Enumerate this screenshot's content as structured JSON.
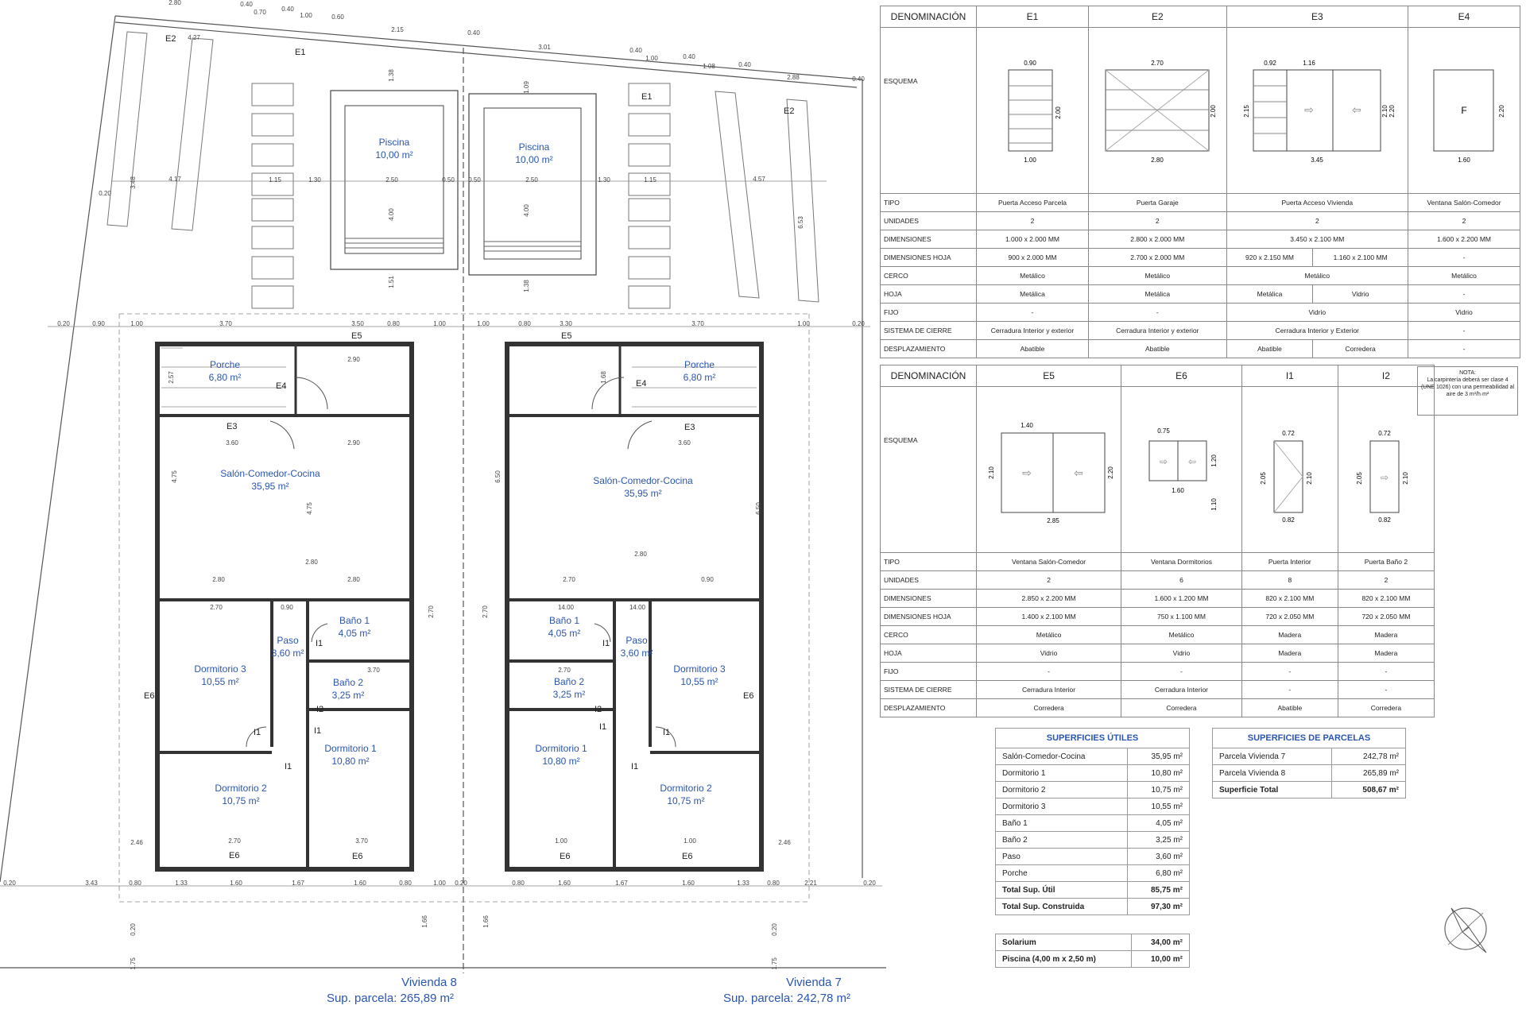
{
  "plan": {
    "rooms_left": [
      {
        "name": "Porche",
        "area": "6,80 m²"
      },
      {
        "name": "Salón-Comedor-Cocina",
        "area": "35,95 m²"
      },
      {
        "name": "Baño 1",
        "area": "4,05 m²"
      },
      {
        "name": "Paso",
        "area": "3,60 m²"
      },
      {
        "name": "Dormitorio 3",
        "area": "10,55 m²"
      },
      {
        "name": "Baño 2",
        "area": "3,25 m²"
      },
      {
        "name": "Dormitorio 1",
        "area": "10,80 m²"
      },
      {
        "name": "Dormitorio 2",
        "area": "10,75 m²"
      }
    ],
    "rooms_right": [
      {
        "name": "Porche",
        "area": "6,80 m²"
      },
      {
        "name": "Salón-Comedor-Cocina",
        "area": "35,95 m²"
      },
      {
        "name": "Baño 1",
        "area": "4,05 m²"
      },
      {
        "name": "Paso",
        "area": "3,60 m²"
      },
      {
        "name": "Dormitorio 3",
        "area": "10,55 m²"
      },
      {
        "name": "Baño 2",
        "area": "3,25 m²"
      },
      {
        "name": "Dormitorio 1",
        "area": "10,80 m²"
      },
      {
        "name": "Dormitorio 2",
        "area": "10,75 m²"
      }
    ],
    "pool_left": {
      "name": "Piscina",
      "area": "10,00 m²"
    },
    "pool_right": {
      "name": "Piscina",
      "area": "10,00 m²"
    },
    "openings": {
      "e1": "E1",
      "e2": "E2",
      "e3": "E3",
      "e4": "E4",
      "e5": "E5",
      "e6": "E6",
      "i1": "I1",
      "i2": "I2"
    },
    "vivienda_left": {
      "title": "Vivienda 8",
      "parcel": "Sup. parcela: 265,89 m²"
    },
    "vivienda_right": {
      "title": "Vivienda 7",
      "parcel": "Sup. parcela: 242,78 m²"
    },
    "dims": {
      "top": [
        "2.80",
        "0.40",
        "0.70",
        "0.40",
        "1.00",
        "0.60",
        "2.15",
        "0.40",
        "3.01",
        "0.40",
        "1.00",
        "0.40",
        "1.08",
        "0.40",
        "2.88",
        "0.40",
        "4.27"
      ],
      "row330": [
        "0.20",
        "0.90",
        "1.00",
        "3.70",
        "3.50",
        "0.80",
        "1.00",
        "1.00",
        "0.80",
        "3.30",
        "3.70",
        "1.00",
        "0.20"
      ],
      "row1110": [
        "0.20",
        "3.43",
        "0.80",
        "1.33",
        "1.60",
        "1.67",
        "1.60",
        "0.80",
        "1.00",
        "0.20",
        "0.80",
        "1.60",
        "1.67",
        "1.60",
        "1.33",
        "0.80",
        "2.21",
        "0.20"
      ],
      "pool_row": [
        "1.15",
        "1.30",
        "2.50",
        "0.50",
        "0.50",
        "2.50",
        "1.30",
        "1.15"
      ],
      "misc": [
        "4.17",
        "4.57",
        "3.48",
        "0.20",
        "1.38",
        "4.00",
        "1.51",
        "1.09",
        "4.00",
        "1.38",
        "6.53",
        "2.90",
        "3.60",
        "2.90",
        "3.60",
        "4.75",
        "4.75",
        "6.50",
        "6.50",
        "2.80",
        "2.80",
        "2.80",
        "2.80",
        "2.70",
        "0.90",
        "2.70",
        "0.90",
        "14.00",
        "14.00",
        "2.70",
        "2.70",
        "3.70",
        "2.70",
        "2.70",
        "3.70",
        "1.00",
        "1.00",
        "2.46",
        "2.46",
        "1.66",
        "1.66",
        "0.20",
        "0.20",
        "1.75",
        "1.75",
        "2.57",
        "1.68"
      ]
    }
  },
  "carpinteria1": {
    "header": [
      "DENOMINACIÓN",
      "E1",
      "E2",
      "E3",
      "E4"
    ],
    "esquema_label": "ESQUEMA",
    "esquema": {
      "e1": {
        "w": "0.90",
        "h": "2.00",
        "b": "1.00"
      },
      "e2": {
        "w": "2.70",
        "h": "2.00",
        "b": "2.80"
      },
      "e3": {
        "w1": "0.92",
        "w2": "1.16",
        "h1": "2.15",
        "h2": "2.10",
        "h3": "2.20",
        "b": "3.45"
      },
      "e4": {
        "h": "2.20",
        "b": "1.60",
        "f": "F"
      }
    },
    "rows": [
      {
        "label": "TIPO",
        "cells": [
          "Puerta Acceso Parcela",
          "Puerta Garaje",
          "Puerta Acceso Vivienda",
          "Ventana Salón-Comedor"
        ]
      },
      {
        "label": "UNIDADES",
        "cells": [
          "2",
          "2",
          "2",
          "2"
        ]
      },
      {
        "label": "DIMENSIONES",
        "cells": [
          "1.000 x 2.000 MM",
          "2.800 x 2.000 MM",
          "3.450 x 2.100 MM",
          "1.600 x 2.200 MM"
        ]
      },
      {
        "label": "DIMENSIONES HOJA",
        "cells": [
          "900 x 2.000 MM",
          "2.700 x 2.000 MM",
          "920 x 2.150 MM",
          "1.160 x 2.100 MM",
          "-"
        ]
      },
      {
        "label": "CERCO",
        "cells": [
          "Metálico",
          "Metálico",
          "Metálico",
          "Metálico"
        ]
      },
      {
        "label": "HOJA",
        "cells": [
          "Metálica",
          "Metálica",
          "Metálica",
          "Vidrio",
          "-"
        ]
      },
      {
        "label": "FIJO",
        "cells": [
          "-",
          "-",
          "Vidrio",
          "Vidrio"
        ]
      },
      {
        "label": "SISTEMA DE CIERRE",
        "cells": [
          "Cerradura Interior y exterior",
          "Cerradura Interior y exterior",
          "Cerradura Interior y Exterior",
          "-"
        ]
      },
      {
        "label": "DESPLAZAMIENTO",
        "cells": [
          "Abatible",
          "Abatible",
          "Abatible",
          "Corredera",
          "-"
        ]
      }
    ]
  },
  "carpinteria2": {
    "header": [
      "DENOMINACIÓN",
      "E5",
      "E6",
      "I1",
      "I2"
    ],
    "esquema_label": "ESQUEMA",
    "esquema": {
      "e5": {
        "w": "1.40",
        "h1": "2.10",
        "h2": "2.20",
        "b": "2.85"
      },
      "e6": {
        "w": "0.75",
        "h1": "1.20",
        "h2": "1.10",
        "b": "1.60"
      },
      "i1": {
        "w": "0.72",
        "h1": "2.05",
        "h2": "2.10",
        "b": "0.82"
      },
      "i2": {
        "w": "0.72",
        "h1": "2.05",
        "h2": "2.10",
        "b": "0.82"
      }
    },
    "rows": [
      {
        "label": "TIPO",
        "cells": [
          "Ventana Salón-Comedor",
          "Ventana Dormitorios",
          "Puerta Interior",
          "Puerta Baño 2"
        ]
      },
      {
        "label": "UNIDADES",
        "cells": [
          "2",
          "6",
          "8",
          "2"
        ]
      },
      {
        "label": "DIMENSIONES",
        "cells": [
          "2.850 x 2.200 MM",
          "1.600 x 1.200 MM",
          "820 x 2.100 MM",
          "820 x 2.100 MM"
        ]
      },
      {
        "label": "DIMENSIONES HOJA",
        "cells": [
          "1.400 x 2.100 MM",
          "750 x 1.100 MM",
          "720 x 2.050 MM",
          "720 x 2.050 MM"
        ]
      },
      {
        "label": "CERCO",
        "cells": [
          "Metálico",
          "Metálico",
          "Madera",
          "Madera"
        ]
      },
      {
        "label": "HOJA",
        "cells": [
          "Vidrio",
          "Vidrio",
          "Madera",
          "Madera"
        ]
      },
      {
        "label": "FIJO",
        "cells": [
          "-",
          "-",
          "-",
          "-"
        ]
      },
      {
        "label": "SISTEMA DE CIERRE",
        "cells": [
          "Cerradura Interior",
          "Cerradura Interior",
          "-",
          "-"
        ]
      },
      {
        "label": "DESPLAZAMIENTO",
        "cells": [
          "Corredera",
          "Corredera",
          "Abatible",
          "Corredera"
        ]
      }
    ]
  },
  "nota": {
    "title": "NOTA:",
    "text": "La carpintería deberá ser clase 4 (UNE 1026) con una permeabilidad al aire de 3 m³/h·m²"
  },
  "superficies_utiles": {
    "title": "SUPERFICIES ÚTILES",
    "rows": [
      [
        "Salón-Comedor-Cocina",
        "35,95 m²"
      ],
      [
        "Dormitorio 1",
        "10,80 m²"
      ],
      [
        "Dormitorio 2",
        "10,75 m²"
      ],
      [
        "Dormitorio 3",
        "10,55 m²"
      ],
      [
        "Baño 1",
        "4,05 m²"
      ],
      [
        "Baño 2",
        "3,25 m²"
      ],
      [
        "Paso",
        "3,60 m²"
      ],
      [
        "Porche",
        "6,80 m²"
      ]
    ],
    "total_util": [
      "Total Sup. Útil",
      "85,75 m²"
    ],
    "total_construida": [
      "Total Sup. Construida",
      "97,30 m²"
    ]
  },
  "superficies_parcelas": {
    "title": "SUPERFICIES DE PARCELAS",
    "rows": [
      [
        "Parcela Vivienda 7",
        "242,78 m²"
      ],
      [
        "Parcela Vivienda 8",
        "265,89 m²"
      ]
    ],
    "total": [
      "Superficie Total",
      "508,67 m²"
    ]
  },
  "extra": {
    "rows": [
      [
        "Solarium",
        "34,00 m²"
      ],
      [
        "Piscina (4,00 m x 2,50 m)",
        "10,00 m²"
      ]
    ]
  },
  "colors": {
    "room_text": "#2a55b0",
    "lines": "#333333",
    "dims": "#444444"
  }
}
